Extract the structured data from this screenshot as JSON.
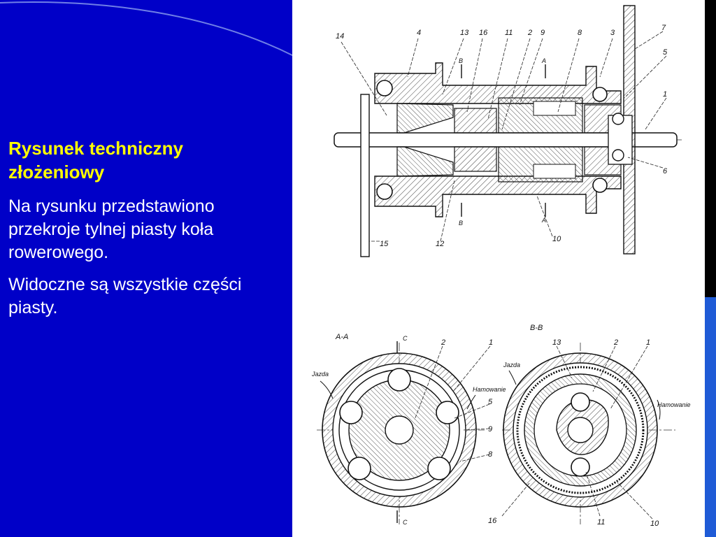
{
  "slide": {
    "title": "Rysunek techniczny złożeniowy",
    "paragraphs": [
      "Na rysunku przedstawiono przekroje tylnej piasty koła rowerowego.",
      "Widoczne są wszystkie części piasty."
    ]
  },
  "figure": {
    "section_labels": {
      "aa": "A-A",
      "bb": "B-B"
    },
    "cut_marks": {
      "a": "A",
      "b": "B",
      "c": "C"
    },
    "direction_labels": {
      "jazda": "Jazda",
      "hamowanie": "Hamowanie"
    },
    "top_part_numbers": [
      "14",
      "4",
      "13",
      "16",
      "11",
      "2",
      "9",
      "8",
      "3",
      "7",
      "5",
      "1",
      "6",
      "10",
      "12",
      "15"
    ],
    "aa_part_numbers": [
      "2",
      "1",
      "5",
      "9",
      "8"
    ],
    "bb_part_numbers": [
      "13",
      "2",
      "1",
      "16",
      "11",
      "10"
    ]
  },
  "colors": {
    "background": "#0000c8",
    "title": "#ffff00",
    "body_text": "#ffffff",
    "figure_background": "#ffffff",
    "right_bar": "#000000",
    "right_bar_accent": "#1f5bd6"
  }
}
